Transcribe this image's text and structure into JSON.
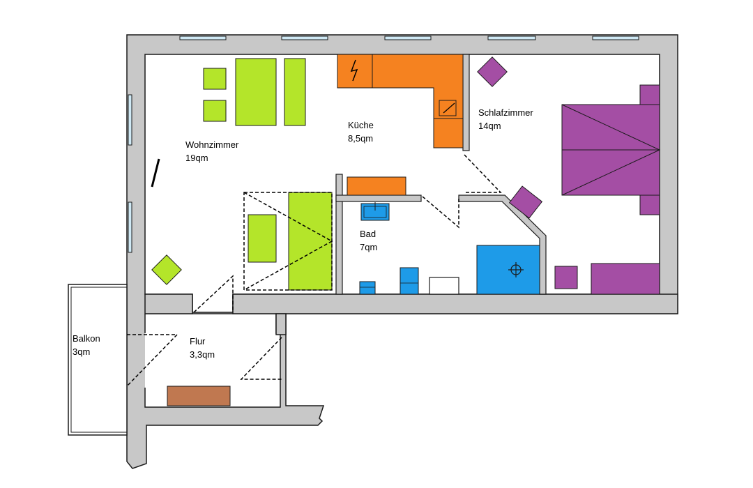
{
  "rooms": {
    "wohnzimmer": {
      "name": "Wohnzimmer",
      "area": "19qm"
    },
    "kueche": {
      "name": "Küche",
      "area": "8,5qm"
    },
    "schlafzimmer": {
      "name": "Schlafzimmer",
      "area": "14qm"
    },
    "bad": {
      "name": "Bad",
      "area": "7qm"
    },
    "flur": {
      "name": "Flur",
      "area": "3,3qm"
    },
    "balkon": {
      "name": "Balkon",
      "area": "3qm"
    }
  },
  "colors": {
    "wall_fill": "#c8c8c8",
    "wall_stroke": "#1a1a1a",
    "window": "#cfe9f5",
    "living_furniture": "#b4e52a",
    "kitchen_furniture": "#f58220",
    "bedroom_furniture": "#a44ea4",
    "bathroom_fixtures": "#1e9be8",
    "hallway_furniture": "#c07850",
    "door_swing": "#000000"
  }
}
